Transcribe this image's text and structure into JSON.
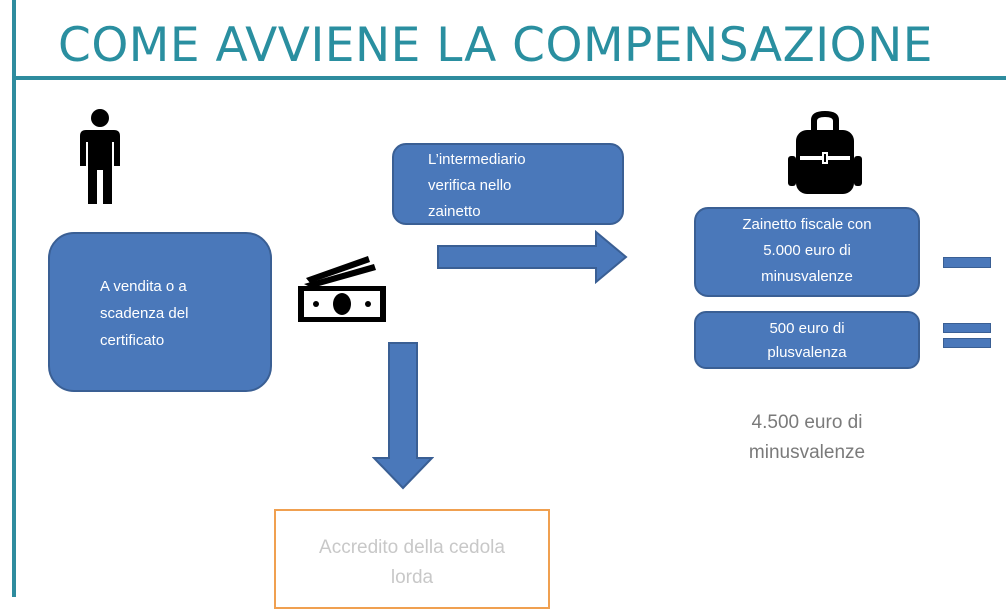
{
  "title": "COME AVVIENE LA COMPENSAZIONE",
  "sale_box": {
    "lines": [
      "A vendita o a",
      "scadenza del",
      "certificato"
    ]
  },
  "verify_box": {
    "lines": [
      "L’intermediario",
      "verifica nello",
      "zainetto"
    ]
  },
  "backpack_box": {
    "lines": [
      "Zainetto fiscale con",
      "5.000 euro di",
      "minusvalenze"
    ]
  },
  "gain_box": {
    "lines": [
      "500 euro di",
      "plusvalenza"
    ]
  },
  "result": {
    "lines": [
      "4.500 euro di",
      "minusvalenze"
    ]
  },
  "credit_box": {
    "lines": [
      "Accredito della cedola",
      "lorda"
    ]
  },
  "icons": [
    "person-icon",
    "banknotes-icon",
    "backpack-icon",
    "minus-icon",
    "equals-icon",
    "arrow-right-icon",
    "arrow-down-icon"
  ],
  "colors": {
    "accent": "#2a8fa0",
    "box_fill": "#4a78ba",
    "credit_border": "#f0a050",
    "result_text": "#7a7a7a"
  }
}
